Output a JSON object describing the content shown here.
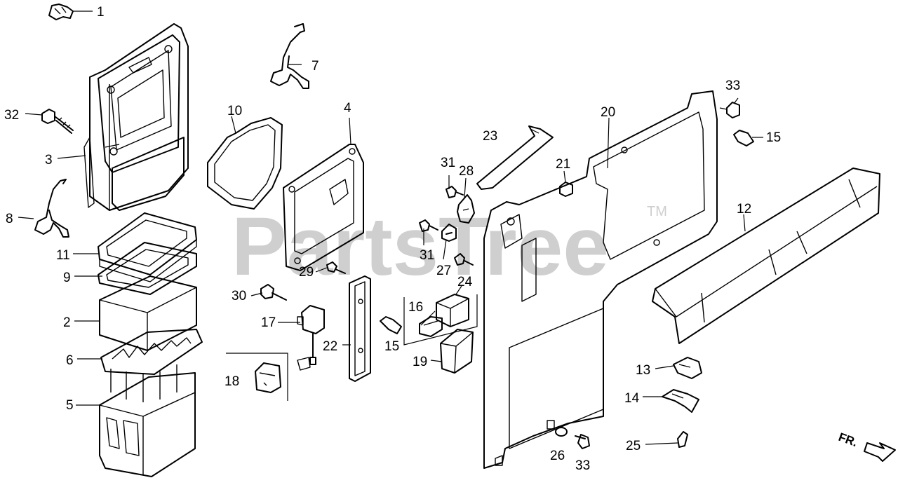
{
  "watermark": {
    "text": "PartsTree",
    "trademark": "TM"
  },
  "direction_label": "FR.",
  "callouts": {
    "c1": "1",
    "c2": "2",
    "c3": "3",
    "c4": "4",
    "c5": "5",
    "c6": "6",
    "c7": "7",
    "c8": "8",
    "c9": "9",
    "c10": "10",
    "c11": "11",
    "c12": "12",
    "c13": "13",
    "c14": "14",
    "c15a": "15",
    "c15b": "15",
    "c16": "16",
    "c17": "17",
    "c18": "18",
    "c19": "19",
    "c20": "20",
    "c21": "21",
    "c22": "22",
    "c23": "23",
    "c24": "24",
    "c25": "25",
    "c26": "26",
    "c27": "27",
    "c28": "28",
    "c29": "29",
    "c30": "30",
    "c31a": "31",
    "c31b": "31",
    "c32": "32",
    "c33a": "33",
    "c33b": "33"
  }
}
